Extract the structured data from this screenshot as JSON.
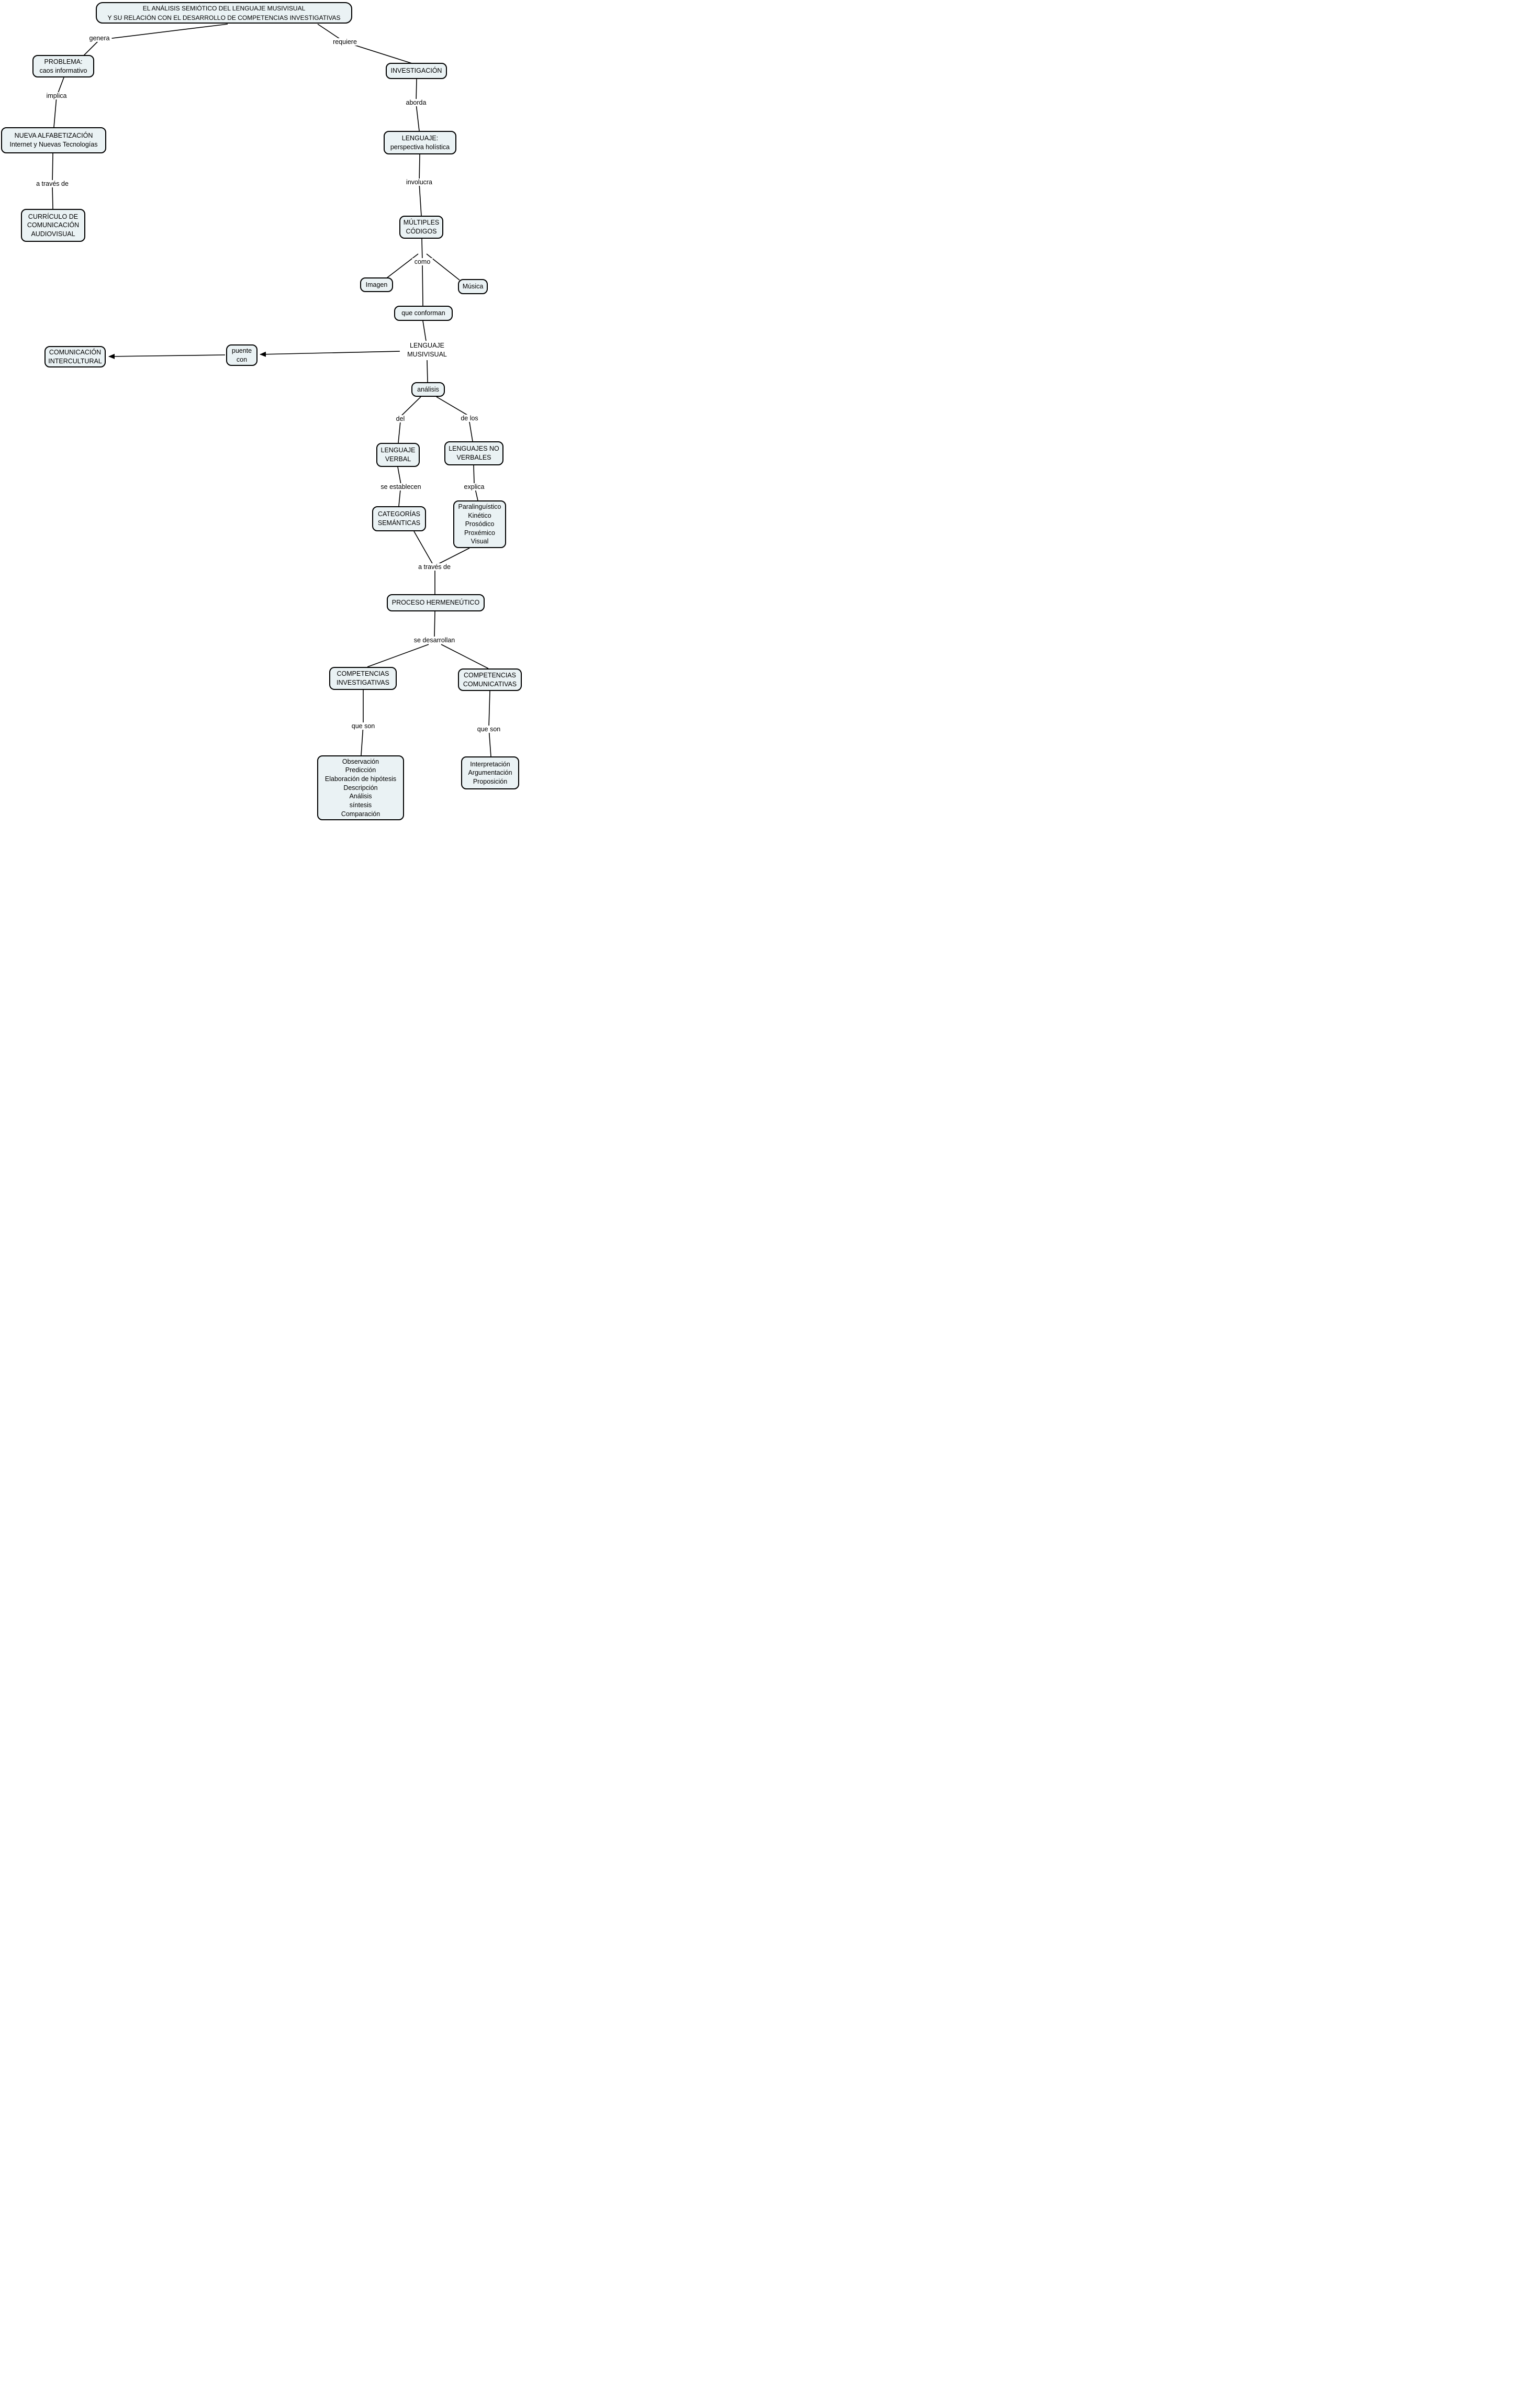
{
  "colors": {
    "node_fill": "#eaf2f4",
    "node_border": "#000000",
    "connector": "#000000",
    "background": "#ffffff"
  },
  "title": {
    "text": "EL ANÁLISIS SEMIÓTICO DEL LENGUAJE MUSIVISUAL\nY SU RELACIÓN CON EL DESARROLLO DE COMPETENCIAS INVESTIGATIVAS"
  },
  "nodes": {
    "problema": "PROBLEMA:\ncaos informativo",
    "investigacion": "INVESTIGACIÓN",
    "nueva_alfabetizacion": "NUEVA ALFABETIZACIÓN\nInternet y Nuevas Tecnologías",
    "lenguaje_holistico": "LENGUAJE:\nperspectiva holística",
    "curriculo": "CURRÍCULO DE\nCOMUNICACIÓN\nAUDIOVISUAL",
    "multiples_codigos": "MÚLTIPLES\nCÓDIGOS",
    "imagen": "Imagen",
    "musica": "Música",
    "que_conforman": "que conforman",
    "lenguaje_musivisual": "LENGUAJE\nMUSIVISUAL",
    "comunicacion_intercultural": "COMUNICACIÓN\nINTERCULTURAL",
    "puente_con": "puente\ncon",
    "analisis": "análisis",
    "lenguaje_verbal": "LENGUAJE\nVERBAL",
    "lenguajes_no_verbales": "LENGUAJES NO\nVERBALES",
    "categorias_semanticas": "CATEGORÍAS\nSEMÁNTICAS",
    "lenguajes_no_verbales_tipos": "Paralinguístico\nKinético\nProsódico\nProxémico\nVisual",
    "proceso_hermeneutico": "PROCESO HERMENEÚTICO",
    "competencias_investigativas": "COMPETENCIAS\nINVESTIGATIVAS",
    "competencias_comunicativas": "COMPETENCIAS\nCOMUNICATIVAS",
    "competencias_investigativas_lista": "Observación\nPredicción\nElaboración de hipótesis\nDescripción\nAnálisis\nsíntesis\nComparación",
    "competencias_comunicativas_lista": "Interpretación\nArgumentación\nProposición"
  },
  "labels": {
    "genera": "genera",
    "requiere": "requiere",
    "implica": "implica",
    "aborda": "aborda",
    "a_traves_de_1": "a través de",
    "involucra": "involucra",
    "como": "como",
    "del": "del",
    "de_los": "de los",
    "se_establecen": "se establecen",
    "explica": "explica",
    "a_traves_de_2": "a través de",
    "se_desarrollan": "se desarrollan",
    "que_son_1": "que son",
    "que_son_2": "que son"
  }
}
